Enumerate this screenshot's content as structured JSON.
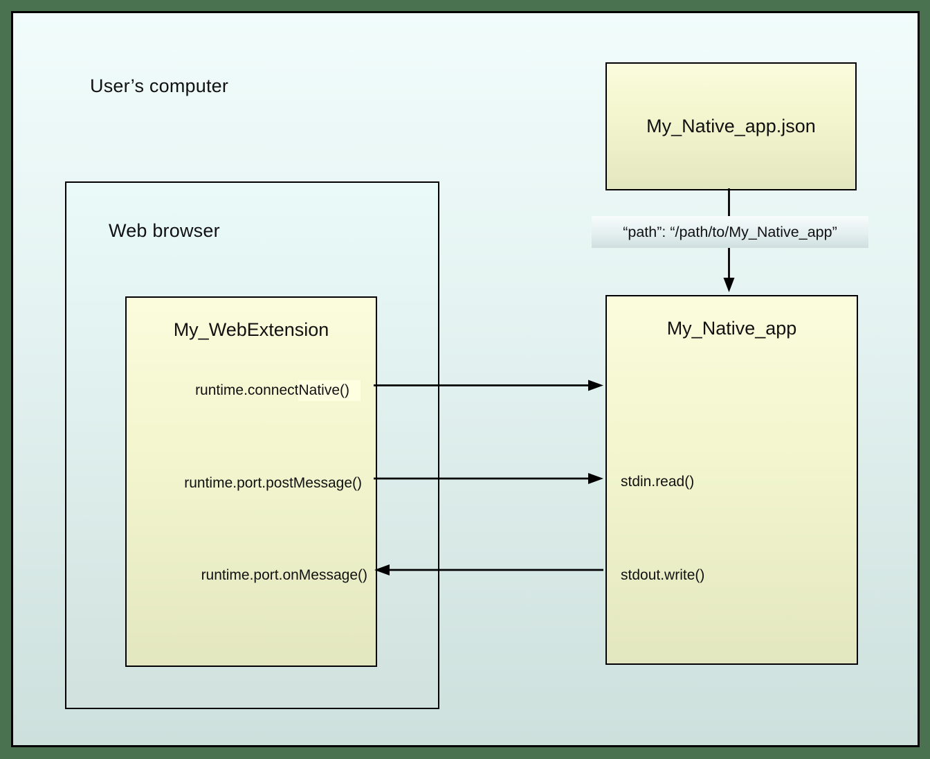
{
  "frame": {
    "outer_border_color": "#4a7150",
    "background_top": "#f1fcfb",
    "background_bottom": "#cde0dc",
    "box_fill_top": "#fbfcdc",
    "box_fill_bottom": "#e3e7bf",
    "line_color": "#000000"
  },
  "labels": {
    "user_computer": "User’s computer",
    "web_browser": "Web browser"
  },
  "manifest": {
    "title": "My_Native_app.json"
  },
  "path_label": {
    "text": "“path”: “/path/to/My_Native_app”"
  },
  "webextension": {
    "title": "My_WebExtension",
    "connect_native_prefix": "runtime.connect",
    "connect_native_highlight": "Native()",
    "post_message": "runtime.port.postMessage()",
    "on_message": "runtime.port.onMessage()"
  },
  "native_app": {
    "title": "My_Native_app",
    "stdin_read": "stdin.read()",
    "stdout_write": "stdout.write()"
  },
  "arrows": [
    {
      "name": "manifest-to-native-app",
      "direction": "down"
    },
    {
      "name": "connect-native-to-native-app",
      "direction": "right"
    },
    {
      "name": "post-message-to-stdin",
      "direction": "right"
    },
    {
      "name": "stdout-to-on-message",
      "direction": "left"
    }
  ]
}
